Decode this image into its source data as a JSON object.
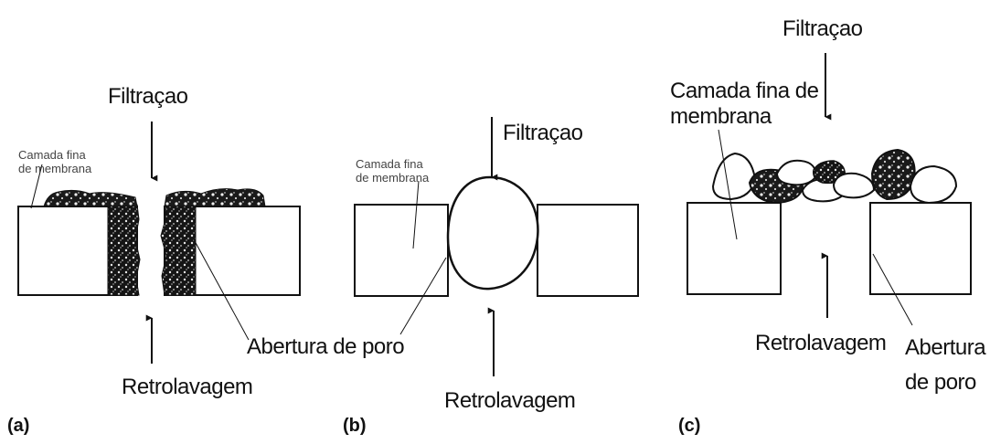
{
  "panels": [
    {
      "letter": "(a)",
      "filtration": "Filtraçao",
      "backwash": "Retrolavagem",
      "thin_layer_line1": "Camada fina",
      "thin_layer_line2": "de membrana"
    },
    {
      "letter": "(b)",
      "filtration": "Filtraçao",
      "backwash": "Retrolavagem",
      "thin_layer_line1": "Camada fina",
      "thin_layer_line2": "de membrana"
    },
    {
      "letter": "(c)",
      "filtration": "Filtraçao",
      "backwash": "Retrolavagem",
      "thin_layer_line1": "Camada fina de",
      "thin_layer_line2": "membrana",
      "pore_line1": "Abertura",
      "pore_line2": "de poro"
    }
  ],
  "pore_opening_shared": "Abertura de poro"
}
